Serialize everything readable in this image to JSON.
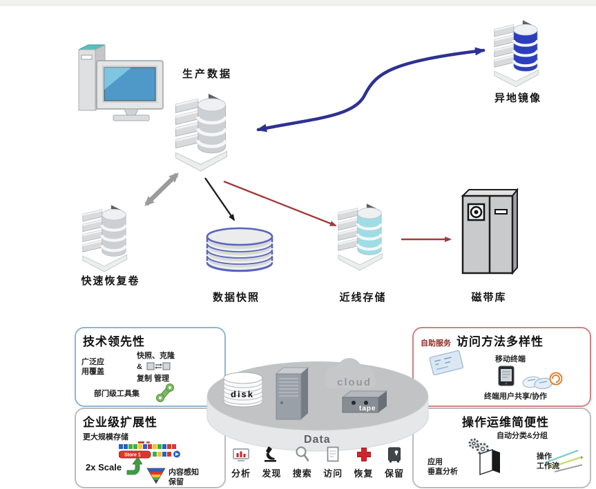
{
  "top_diagram": {
    "production_label": "生产数据",
    "mirror_label": "异地镜像",
    "recovery_label": "快速恢复卷",
    "snapshot_label": "数据快照",
    "nearline_label": "近线存储",
    "tape_label": "磁带库"
  },
  "platform": {
    "disk_label": "disk",
    "cloud_label": "cloud",
    "tape_label": "tape",
    "data_label": "Data"
  },
  "features": {
    "tech": {
      "title": "技术领先性",
      "coverage": "广泛应用覆盖",
      "clone": "快照、克隆",
      "amp": "&",
      "replication": "复制 管理",
      "toolset": "部门级工具集"
    },
    "scale": {
      "title": "企业级扩展性",
      "storage": "更大规模存储",
      "store_badge": "Store 1",
      "scale_label": "2x Scale",
      "retention": "内容感知保留"
    },
    "access": {
      "badge": "自助服务",
      "title": "访问方法多样性",
      "mobile": "移动终端",
      "sharing": "终端用户共享/协作"
    },
    "ops": {
      "title": "操作运维简便性",
      "classify": "自动分类&分组",
      "app_line1": "应用",
      "app_line2": "垂直分析",
      "flow_line1": "操作",
      "flow_line2": "工作流"
    }
  },
  "capabilities": [
    "分析",
    "发现",
    "搜索",
    "访问",
    "恢复",
    "保留"
  ],
  "colors": {
    "mirror_arrow": "#2e3192",
    "replica_arrow": "#a23a3a",
    "snapshot_arrow": "#1c1c1c",
    "recovery_arrow": "#9b9b9b",
    "mirror_disks": "#2b3fbe",
    "nearline_disks": "#9fdde4",
    "snapshot_outline": "#5a66bb",
    "tech_box_border": "#8fb4d2",
    "access_box_border": "#d27f7f",
    "neutral_box_border": "#bcbcbc",
    "badge_red": "#8b2f28",
    "store_red": "#d8372e",
    "wrench_green": "#7cb961"
  }
}
